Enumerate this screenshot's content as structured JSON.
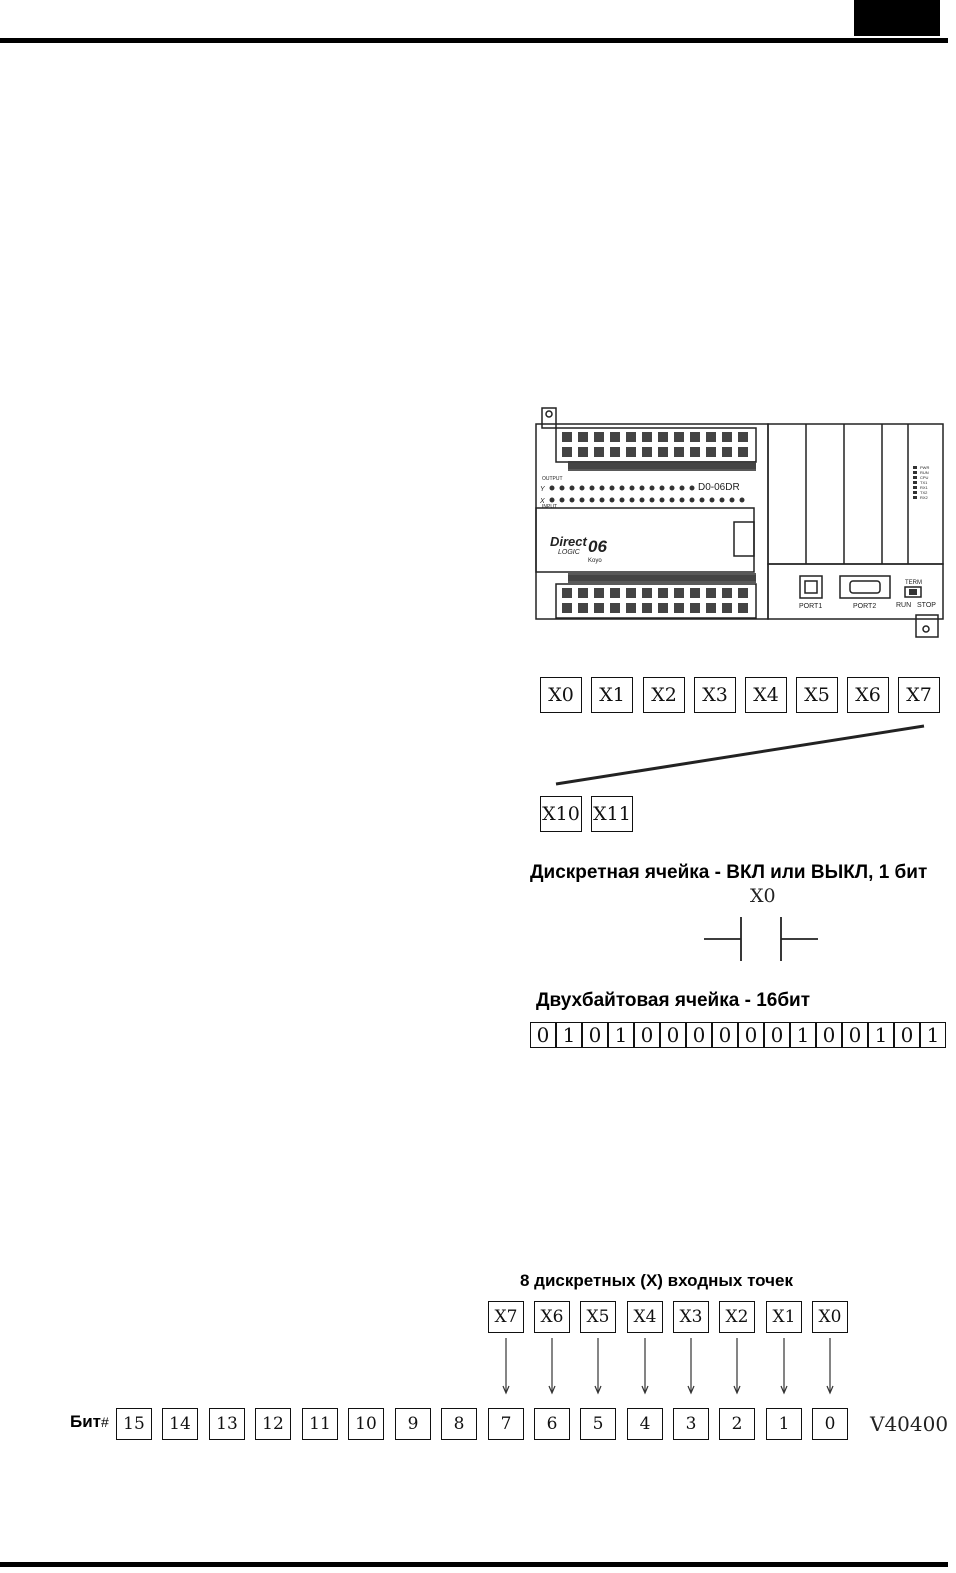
{
  "plc": {
    "brand": "Direct",
    "brand_sub": "LOGIC",
    "series": "06",
    "maker": "Koyo",
    "model": "D0-06DR",
    "output_label": "OUTPUT",
    "output_y": "Y",
    "input_label": "INPUT",
    "input_x": "X",
    "port1": "PORT1",
    "port2": "PORT2",
    "term": "TERM",
    "run": "RUN",
    "stop": "STOP",
    "leds": [
      "PWR",
      "RUN",
      "CPU",
      "TX1",
      "RX1",
      "TX2",
      "RX2"
    ]
  },
  "inputs_row1": [
    "X0",
    "X1",
    "X2",
    "X3",
    "X4",
    "X5",
    "X6",
    "X7"
  ],
  "inputs_row2": [
    "X10",
    "X11"
  ],
  "discrete": {
    "heading": "Дискретная ячейка - ВКЛ или ВЫКЛ, 1 бит",
    "contact_label": "X0"
  },
  "word": {
    "heading": "Двухбайтовая ячейка - 16бит",
    "bits": [
      "0",
      "1",
      "0",
      "1",
      "0",
      "0",
      "0",
      "0",
      "0",
      "0",
      "1",
      "0",
      "0",
      "1",
      "0",
      "1"
    ]
  },
  "mapping": {
    "heading": "8 дискретных (X) входных точек",
    "inputs": [
      "X7",
      "X6",
      "X5",
      "X4",
      "X3",
      "X2",
      "X1",
      "X0"
    ],
    "bit_label": "Бит",
    "bit_hash": "#",
    "bit_numbers": [
      "15",
      "14",
      "13",
      "12",
      "11",
      "10",
      "9",
      "8",
      "7",
      "6",
      "5",
      "4",
      "3",
      "2",
      "1",
      "0"
    ],
    "address": "V40400"
  }
}
